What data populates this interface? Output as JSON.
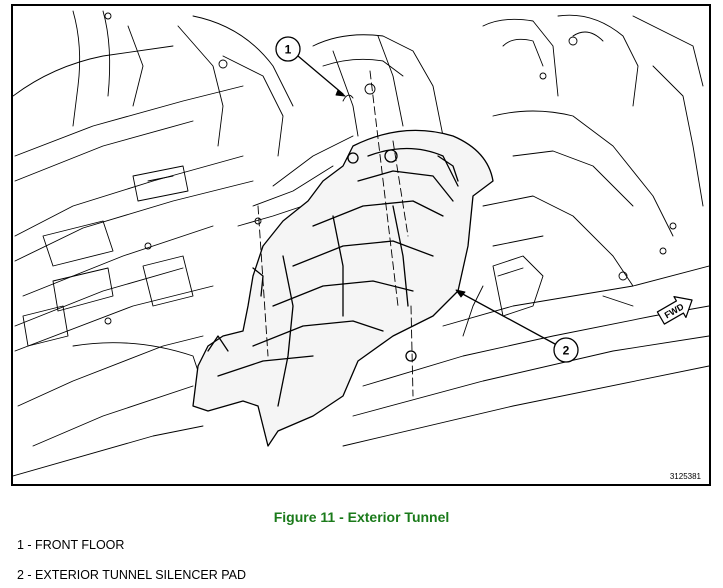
{
  "figure": {
    "id": "3125381",
    "caption": "Figure 11 - Exterior Tunnel",
    "caption_color": "#1a7a1a",
    "fwd_label": "FWD",
    "callouts": [
      {
        "number": "1",
        "label": "FRONT FLOOR"
      },
      {
        "number": "2",
        "label": "EXTERIOR TUNNEL SILENCER PAD"
      }
    ]
  },
  "legend": [
    "1 - FRONT FLOOR",
    "2 - EXTERIOR TUNNEL SILENCER PAD"
  ]
}
